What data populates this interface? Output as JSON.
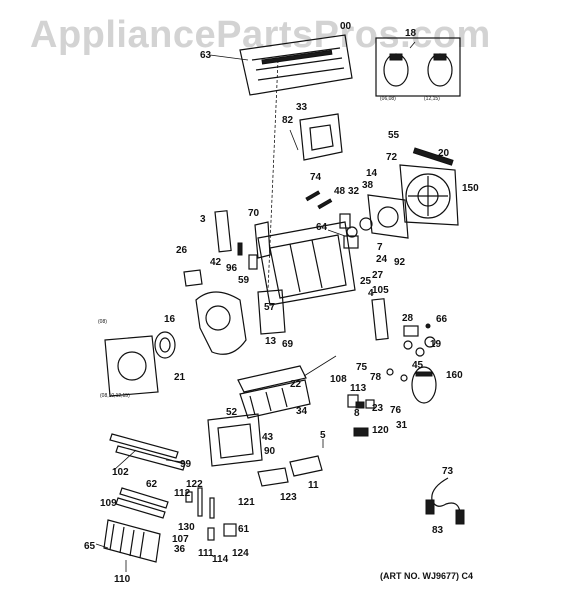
{
  "watermark": "AppliancePartsPros.com",
  "art_number": "(ART NO. WJ9677) C4",
  "callouts": [
    "00",
    "18",
    "63",
    "33",
    "82",
    "55",
    "20",
    "72",
    "14",
    "150",
    "74",
    "48",
    "32",
    "38",
    "3",
    "70",
    "64",
    "7",
    "92",
    "26",
    "42",
    "96",
    "59",
    "24",
    "27",
    "25",
    "105",
    "57",
    "4",
    "66",
    "28",
    "19",
    "16",
    "13",
    "69",
    "45",
    "160",
    "75",
    "78",
    "22",
    "34",
    "108",
    "113",
    "8",
    "21",
    "23",
    "76",
    "52",
    "43",
    "90",
    "5",
    "120",
    "31",
    "102",
    "99",
    "62",
    "122",
    "112",
    "109",
    "121",
    "130",
    "107",
    "61",
    "65",
    "36",
    "110",
    "111",
    "114",
    "124",
    "123",
    "11",
    "73",
    "83"
  ],
  "small_notes": [
    "(08)",
    "(08,10,12,15)",
    "(06,08)",
    "(12,15)"
  ]
}
